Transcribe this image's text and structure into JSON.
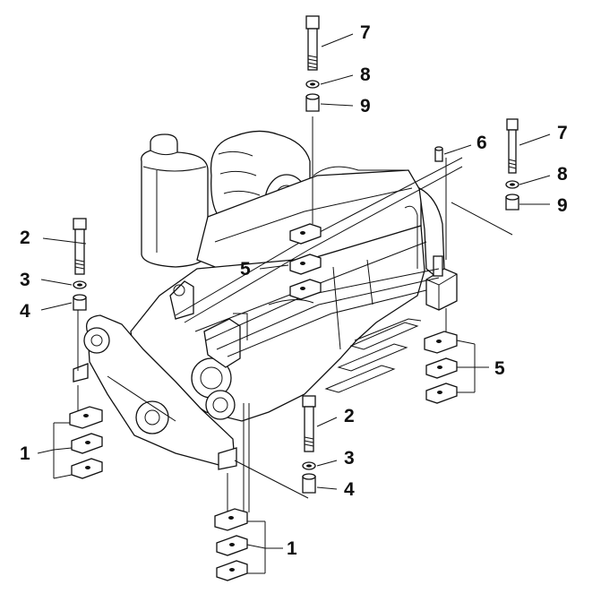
{
  "diagram": {
    "kind": "exploded parts illustration",
    "subject_icon": "engine-mount-assembly-icon",
    "line_color": "#111111",
    "background": "#ffffff",
    "callouts": [
      {
        "id": "c7a",
        "label": "7"
      },
      {
        "id": "c8a",
        "label": "8"
      },
      {
        "id": "c9a",
        "label": "9"
      },
      {
        "id": "c6",
        "label": "6"
      },
      {
        "id": "c7b",
        "label": "7"
      },
      {
        "id": "c8b",
        "label": "8"
      },
      {
        "id": "c9b",
        "label": "9"
      },
      {
        "id": "c2a",
        "label": "2"
      },
      {
        "id": "c3a",
        "label": "3"
      },
      {
        "id": "c4a",
        "label": "4"
      },
      {
        "id": "c5a",
        "label": "5"
      },
      {
        "id": "c5b",
        "label": "5"
      },
      {
        "id": "c1a",
        "label": "1"
      },
      {
        "id": "c2b",
        "label": "2"
      },
      {
        "id": "c3b",
        "label": "3"
      },
      {
        "id": "c4b",
        "label": "4"
      },
      {
        "id": "c1b",
        "label": "1"
      }
    ]
  }
}
